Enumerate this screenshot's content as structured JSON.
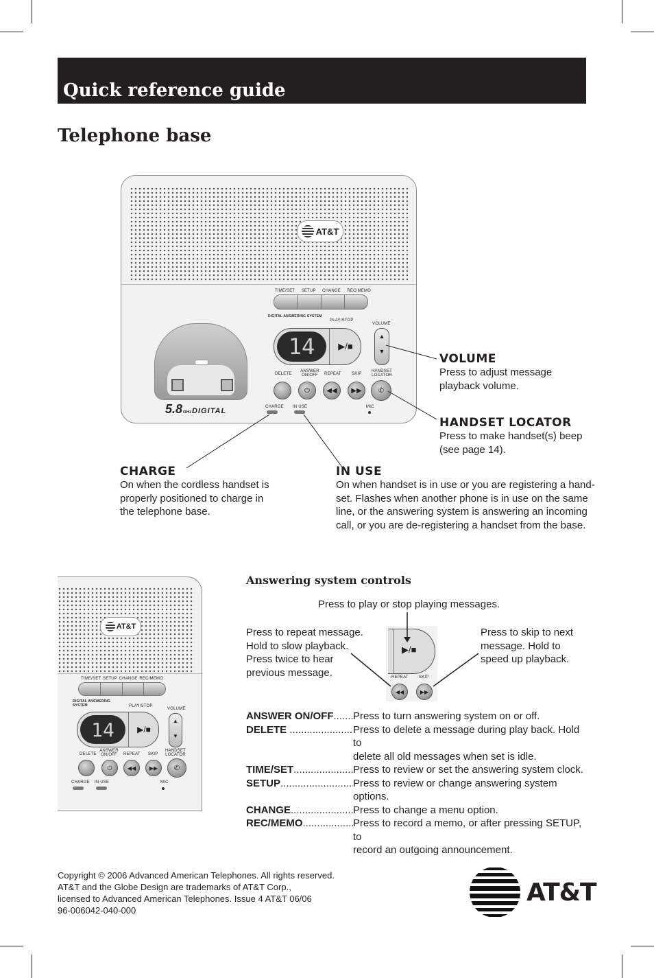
{
  "header": {
    "title": "Quick reference guide"
  },
  "section": {
    "title": "Telephone base"
  },
  "base_device": {
    "brand": "AT&T",
    "model_badge_number": "5.8",
    "model_badge_unit": "GHz",
    "model_badge_word": "DIGITAL",
    "display_value": "14",
    "top_buttons": [
      "TIME/SET",
      "SETUP",
      "CHANGE",
      "REC/MEMO"
    ],
    "das_logo": "DIGITAL ANSWERING SYSTEM",
    "play_stop_label": "PLAY/STOP",
    "volume_label": "VOLUME",
    "bottom_buttons": [
      "DELETE",
      "ANSWER ON/OFF",
      "REPEAT",
      "SKIP"
    ],
    "handset_locator_label": "HANDSET LOCATOR",
    "charge_label": "CHARGE",
    "in_use_label": "IN USE",
    "mic_label": "MIC"
  },
  "callouts": {
    "volume": {
      "title": "VOLUME",
      "text": [
        "Press to adjust message",
        "playback volume."
      ]
    },
    "handset_locator": {
      "title": "HANDSET LOCATOR",
      "text": [
        "Press to make handset(s) beep",
        "(see page 14)."
      ]
    },
    "charge": {
      "title": "CHARGE",
      "text": [
        "On when the cordless handset is",
        "properly positioned to charge in",
        "the telephone base."
      ]
    },
    "in_use": {
      "title": "IN USE",
      "text": [
        "On when handset is in use or you are registering a hand-",
        "set. Flashes when another phone is in use on the same",
        "line, or the answering system is answering an incoming",
        "call, or you are de-registering a handset from the base."
      ]
    }
  },
  "answering": {
    "title": "Answering system controls",
    "play_note": "Press to play or stop playing messages.",
    "repeat_note": [
      "Press to repeat message.",
      "Hold to slow playback.",
      "Press twice to hear",
      "previous message."
    ],
    "skip_note": [
      "Press to skip to next",
      "message. Hold to",
      "speed up playback."
    ],
    "detail_labels": {
      "repeat": "REPEAT",
      "skip": "SKIP"
    },
    "controls": [
      {
        "label": "ANSWER ON/OFF",
        "dots": "........",
        "desc": [
          "Press to turn answering system on or off."
        ]
      },
      {
        "label": "DELETE",
        "dots": " .......................",
        "desc": [
          "Press to delete a message during play back. Hold to",
          "delete all old messages when set is idle."
        ]
      },
      {
        "label": "TIME/SET",
        "dots": "......................",
        "desc": [
          "Press to review or set the answering system clock."
        ]
      },
      {
        "label": "SETUP",
        "dots": "...........................",
        "desc": [
          "Press to review or change answering system options."
        ]
      },
      {
        "label": "CHANGE",
        "dots": ".......................",
        "desc": [
          "Press to change a menu option."
        ]
      },
      {
        "label": "REC/MEMO",
        "dots": "...................",
        "desc": [
          "Press to record a memo, or after pressing SETUP, to",
          "record an outgoing announcement."
        ]
      }
    ]
  },
  "footer": {
    "lines": [
      "Copyright © 2006 Advanced American Telephones. All rights reserved.",
      "AT&T and the Globe Design are trademarks of AT&T Corp.,",
      "licensed to Advanced American Telephones. Issue 4 AT&T 06/06",
      "96-006042-040-000"
    ],
    "logo_text": "AT&T"
  }
}
